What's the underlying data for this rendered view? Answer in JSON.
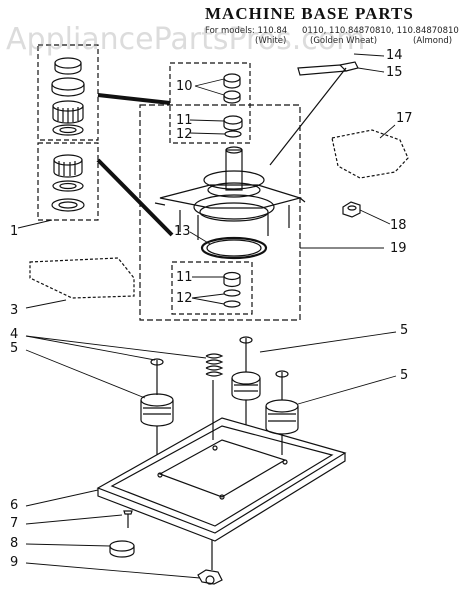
{
  "header": {
    "title": "MACHINE BASE PARTS",
    "models_line": "For models: 110.84",
    "models_line_2": "0110, 110.84870810, 110.84870810",
    "color_line_1": "(White)",
    "color_line_2": "(Golden Wheat)",
    "color_line_3": "(Almond)"
  },
  "watermark": "AppliancePartsPros.com",
  "callouts": {
    "c1": "1",
    "c3": "3",
    "c4": "4",
    "c5a": "5",
    "c5b": "5",
    "c5c": "5",
    "c6": "6",
    "c7": "7",
    "c8": "8",
    "c9": "9",
    "c10": "10",
    "c11a": "11",
    "c11b": "11",
    "c12a": "12",
    "c12b": "12",
    "c13": "13",
    "c14": "14",
    "c15": "15",
    "c17": "17",
    "c18": "18",
    "c19": "19"
  }
}
